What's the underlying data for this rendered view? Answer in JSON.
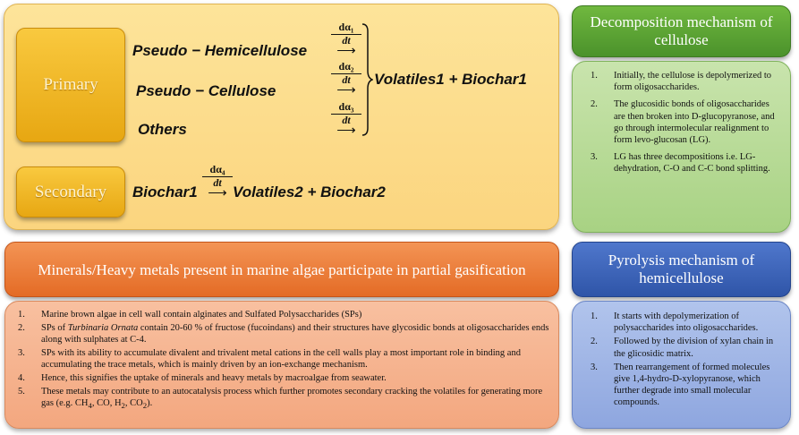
{
  "reaction": {
    "primary_label": "Primary",
    "secondary_label": "Secondary",
    "reactants": [
      "Pseudo − Hemicellulose",
      "Pseudo − Cellulose",
      "Others"
    ],
    "rate_num": [
      "dα₁",
      "dα₂",
      "dα₃",
      "dα₄"
    ],
    "rate_den": "dt",
    "products_primary": "Volatiles1 + Biochar1",
    "secondary_reactant": "Biochar1",
    "secondary_products": "Volatiles2 + Biochar2"
  },
  "cellulose": {
    "title": "Decomposition mechanism of cellulose",
    "items": [
      "Initially, the cellulose is depolymerized to form oligosaccharides.",
      "The glucosidic bonds of oligosaccharides are then broken into D-glucopyranose, and go through intermolecular realignment to form levo-glucosan (LG).",
      "LG has three decompositions i.e. LG-dehydration, C-O and C-C bond splitting."
    ]
  },
  "minerals": {
    "title": "Minerals/Heavy metals present in marine algae participate in partial gasification",
    "item1": "Marine brown algae in cell wall contain alginates and Sulfated Polysaccharides (SPs)",
    "item2_pre": "SPs of ",
    "item2_species": "Turbinaria Ornata",
    "item2_post": " contain 20-60 % of fructose (fucoindans) and their structures have glycosidic bonds at oligosaccharides ends along with sulphates at C-4.",
    "item3": "SPs with its ability to accumulate divalent and trivalent metal cations in the cell walls play a most important role in binding and accumulating the trace metals, which is mainly driven by an ion-exchange mechanism.",
    "item4": "Hence, this signifies the uptake of minerals and heavy metals by macroalgae from seawater.",
    "item5_pre": "These metals may contribute to an autocatalysis process which further promotes secondary cracking the volatiles for generating more gas (e.g. CH",
    "item5_post": ", CO, H",
    "item5_post2": ", CO",
    "item5_end": ").",
    "subscript_4": "4",
    "subscript_2": "2"
  },
  "hemicellulose": {
    "title": "Pyrolysis mechanism of hemicellulose",
    "items": [
      "It starts with depolymerization of polysaccharides into oligosaccharides.",
      "Followed by the division of xylan chain in the glicosidic matrix.",
      "Then rearrangement of formed molecules give 1,4-hydro-D-xylopyranose, which further degrade into small molecular compounds."
    ]
  }
}
